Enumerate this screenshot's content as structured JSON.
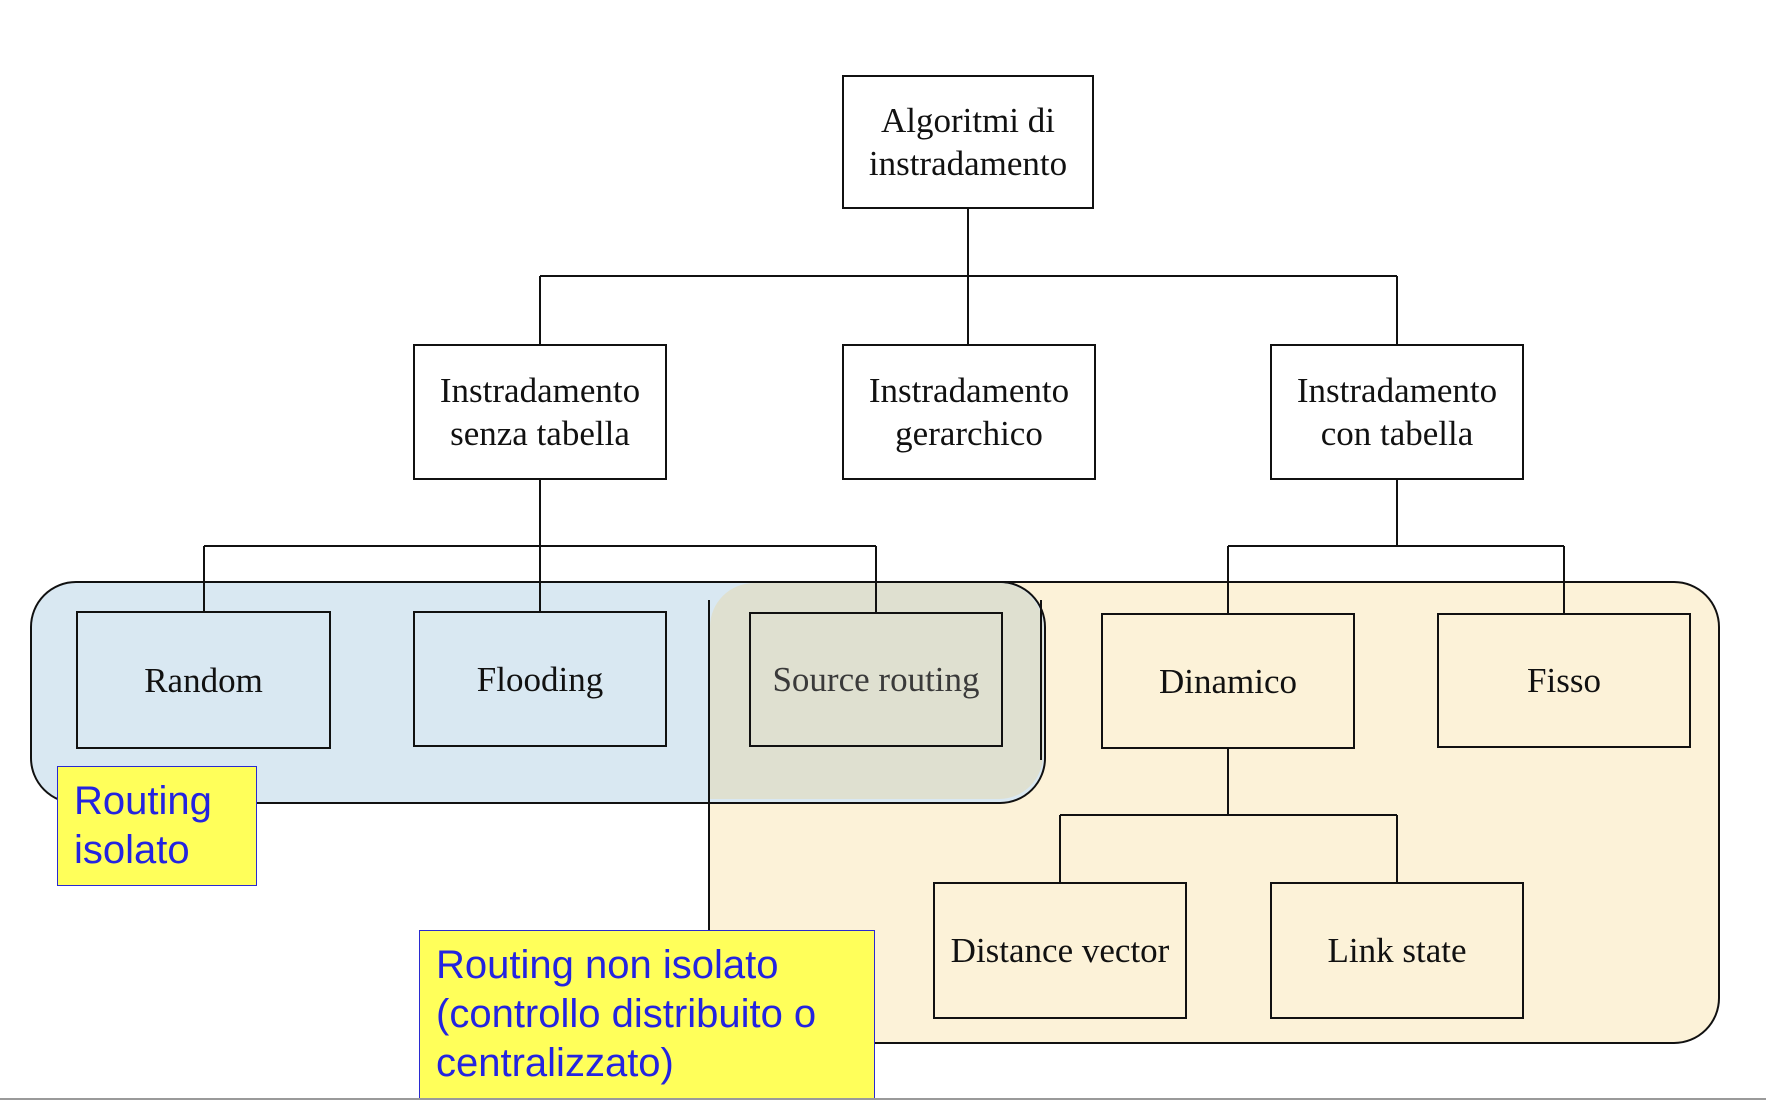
{
  "colors": {
    "isolated_region": "#d9e8f2",
    "nonisolated_region": "#fcf2d8",
    "overlap_region": "#dfe0d0",
    "label_bg": "#ffff5a",
    "label_text": "#2424e0",
    "line": "#111111"
  },
  "nodes": {
    "root": "Algoritmi di\ninstradamento",
    "no_table": "Instradamento\nsenza tabella",
    "hierarchical": "Instradamento\ngerarchico",
    "with_table": "Instradamento\ncon tabella",
    "random": "Random",
    "flooding": "Flooding",
    "source_routing": "Source routing",
    "dynamic": "Dinamico",
    "fixed": "Fisso",
    "distance_vector": "Distance vector",
    "link_state": "Link state"
  },
  "labels": {
    "isolated": "Routing\nisolato",
    "non_isolated": "Routing non isolato\n(controllo distribuito o\ncentralizzato)"
  }
}
